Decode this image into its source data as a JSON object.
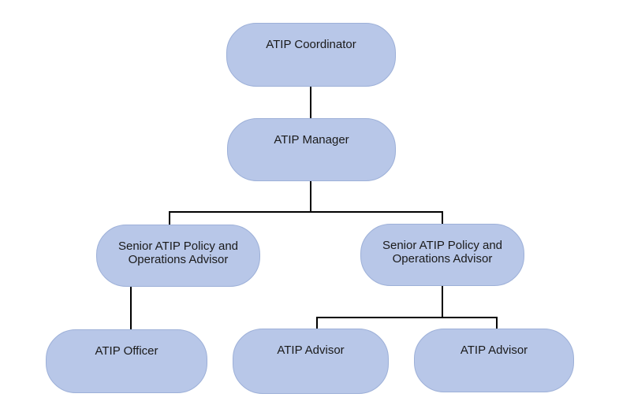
{
  "org_chart": {
    "type": "org-chart",
    "nodes": {
      "coordinator": {
        "label": "ATIP Coordinator",
        "level": 1
      },
      "manager": {
        "label": "ATIP Manager",
        "level": 2
      },
      "senior_left": {
        "label": "Senior ATIP Policy and Operations Advisor",
        "level": 3
      },
      "senior_right": {
        "label": "Senior ATIP Policy and Operations Advisor",
        "level": 3
      },
      "officer": {
        "label": "ATIP Officer",
        "level": 4
      },
      "advisor_left": {
        "label": "ATIP Advisor",
        "level": 4
      },
      "advisor_right": {
        "label": "ATIP Advisor",
        "level": 4
      }
    },
    "edges": [
      {
        "from": "coordinator",
        "to": "manager"
      },
      {
        "from": "manager",
        "to": "senior_left"
      },
      {
        "from": "manager",
        "to": "senior_right"
      },
      {
        "from": "senior_left",
        "to": "officer"
      },
      {
        "from": "senior_right",
        "to": "advisor_left"
      },
      {
        "from": "senior_right",
        "to": "advisor_right"
      }
    ],
    "colors": {
      "background": "#ffffff",
      "node_fill": "#b8c7e8",
      "node_border": "#9db0d8",
      "connector": "#000000",
      "text": "#1a1a1a"
    }
  }
}
